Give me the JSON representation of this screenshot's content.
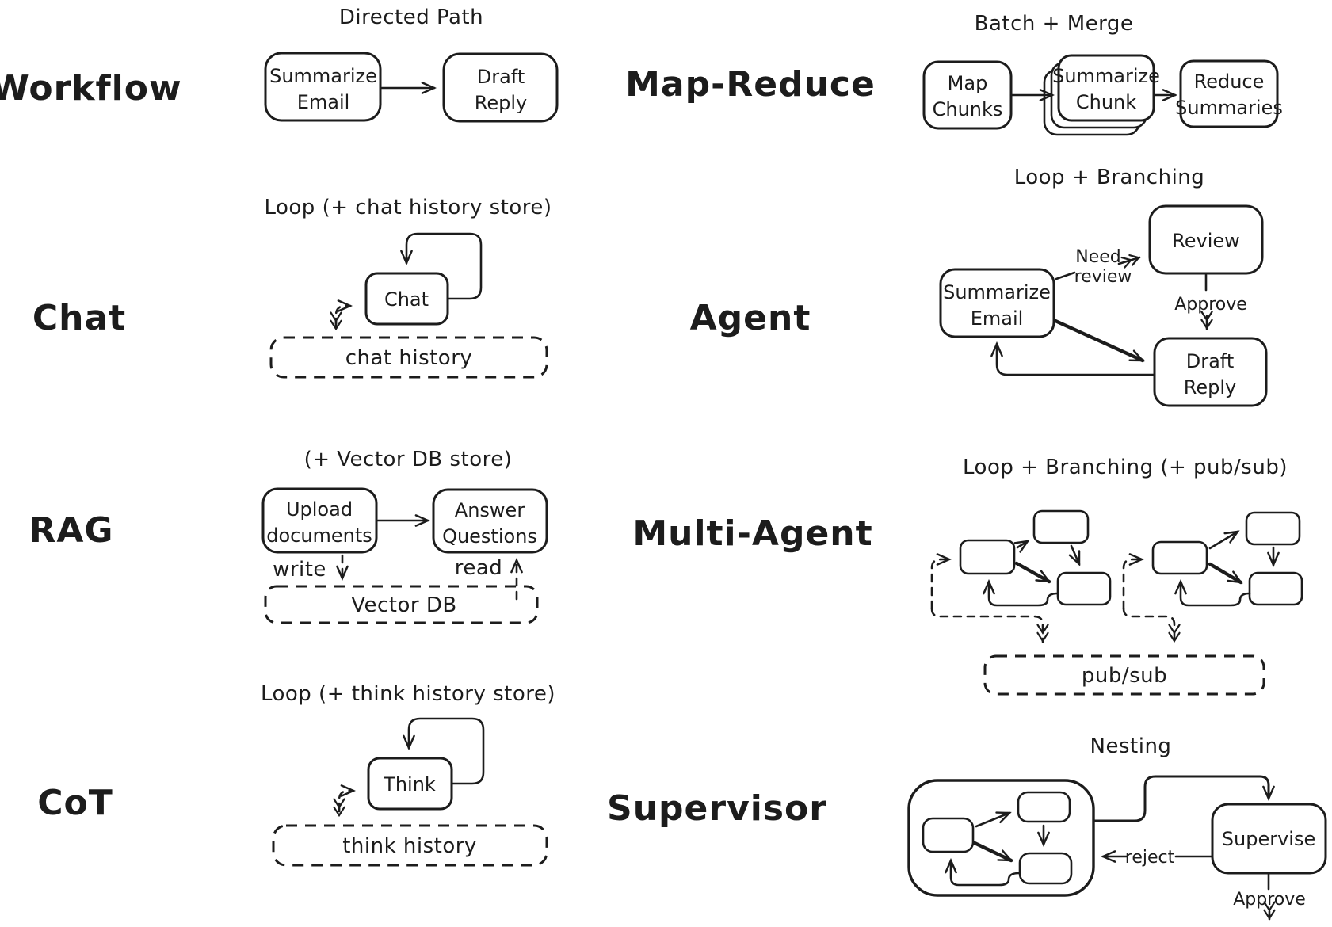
{
  "canvas": {
    "background": "#ffffff",
    "ink": "#1c1c1c"
  },
  "sections": {
    "workflow": {
      "label": "Workflow",
      "pattern": "Directed Path",
      "node_summarize_line1": "Summarize",
      "node_summarize_line2": "Email",
      "node_draft_line1": "Draft",
      "node_draft_line2": "Reply"
    },
    "map_reduce": {
      "label": "Map-Reduce",
      "pattern": "Batch + Merge",
      "node_map_line1": "Map",
      "node_map_line2": "Chunks",
      "node_summarize_line1": "Summarize",
      "node_summarize_line2": "Chunk",
      "node_reduce_line1": "Reduce",
      "node_reduce_line2": "Summaries"
    },
    "chat": {
      "label": "Chat",
      "pattern": "Loop (+ chat history store)",
      "node_chat": "Chat",
      "store": "chat history"
    },
    "agent": {
      "label": "Agent",
      "pattern": "Loop + Branching",
      "node_summarize_line1": "Summarize",
      "node_summarize_line2": "Email",
      "node_review": "Review",
      "node_draft_line1": "Draft",
      "node_draft_line2": "Reply",
      "edge_need_line1": "Need",
      "edge_need_line2": "review",
      "edge_approve": "Approve"
    },
    "rag": {
      "label": "RAG",
      "pattern": "(+ Vector DB store)",
      "node_upload_line1": "Upload",
      "node_upload_line2": "documents",
      "node_answer_line1": "Answer",
      "node_answer_line2": "Questions",
      "edge_write": "write",
      "edge_read": "read",
      "store": "Vector DB"
    },
    "multi_agent": {
      "label": "Multi-Agent",
      "pattern": "Loop + Branching (+ pub/sub)",
      "store": "pub/sub"
    },
    "cot": {
      "label": "CoT",
      "pattern": "Loop (+ think history store)",
      "node_think": "Think",
      "store": "think history"
    },
    "supervisor": {
      "label": "Supervisor",
      "pattern": "Nesting",
      "node_supervise": "Supervise",
      "edge_reject": "reject",
      "edge_approve": "Approve"
    }
  }
}
